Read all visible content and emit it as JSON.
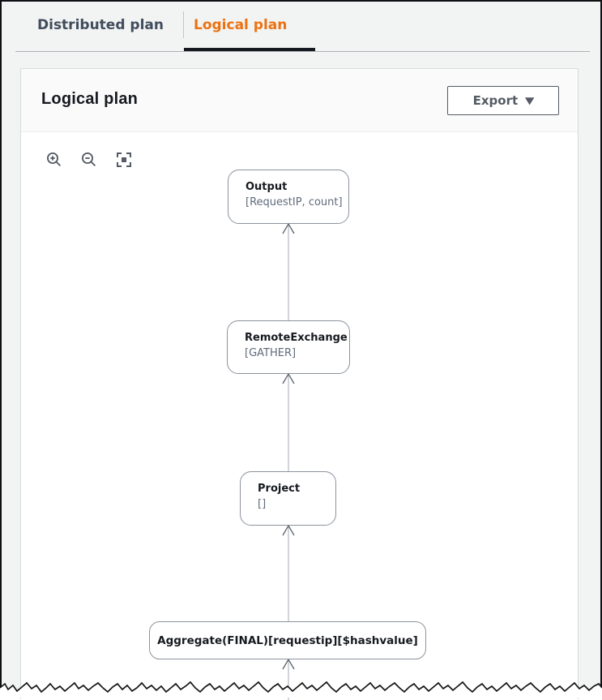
{
  "tabs": {
    "items": [
      {
        "label": "Distributed plan",
        "active": false
      },
      {
        "label": "Logical plan",
        "active": true
      }
    ]
  },
  "panel": {
    "title": "Logical plan",
    "export_label": "Export",
    "export_caret": "▼"
  },
  "toolbar": {
    "icons": [
      "zoom-in-icon",
      "zoom-out-icon",
      "fit-view-icon"
    ]
  },
  "diagram": {
    "nodes": [
      {
        "id": "output",
        "title": "Output",
        "subtitle": "[RequestIP, count]"
      },
      {
        "id": "remote",
        "title": "RemoteExchange",
        "subtitle": "[GATHER]"
      },
      {
        "id": "project",
        "title": "Project",
        "subtitle": "[]"
      },
      {
        "id": "aggregate",
        "title": "Aggregate(FINAL)[requestip][$hashvalue]",
        "subtitle": ""
      }
    ],
    "edge_direction": "bottom-to-top"
  },
  "colors": {
    "accent_orange": "#ec7211",
    "tab_inactive_text": "#414d5c",
    "active_tab_underline": "#16191f",
    "page_background": "#f2f3f3",
    "card_border": "#d5dbdb",
    "card_header_background": "#fafafa",
    "button_outline": "#545b64",
    "node_border": "#8c939c",
    "node_subtitle_text": "#5f6b7a",
    "edge_line": "#b8bcc2",
    "arrowhead": "#5b626b"
  }
}
